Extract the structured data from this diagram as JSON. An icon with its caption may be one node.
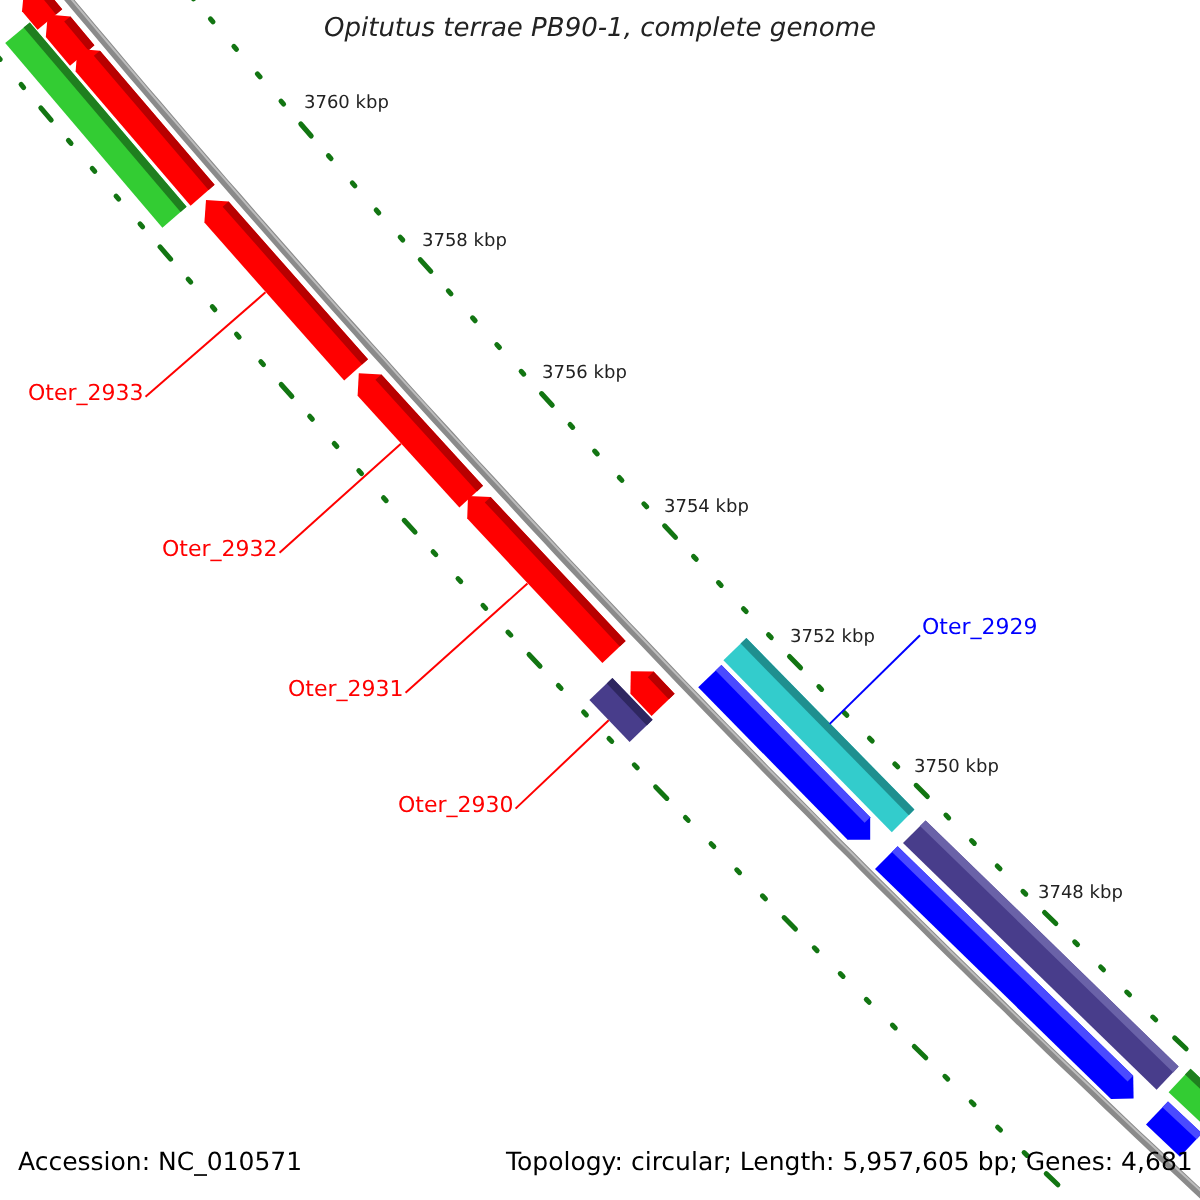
{
  "diagram": {
    "title": "Opitutus terrae PB90-1, complete genome",
    "nodes": [
      {
        "text": [
          "Oter_2933"
        ]
      },
      {
        "text": [
          "Oter_2932"
        ]
      },
      {
        "text": [
          "Oter_2929"
        ]
      },
      {
        "text": [
          "Oter_2931"
        ]
      },
      {
        "text": [
          "Oter_2930"
        ]
      },
      {
        "text": [],
        "shape": "bar"
      },
      {
        "text": [],
        "shape": "bar"
      },
      {
        "text": [],
        "shape": "bar"
      },
      {
        "text": [],
        "shape": "bar"
      },
      {
        "text": [],
        "shape": "bar"
      },
      {
        "text": [],
        "shape": "bar"
      },
      {
        "text": [],
        "shape": "bar"
      },
      {
        "text": [],
        "shape": "bar"
      },
      {
        "text": [],
        "shape": "bar"
      },
      {
        "text": [],
        "shape": "bar"
      },
      {
        "text": [],
        "shape": "bar"
      },
      {
        "text": [],
        "shape": "bar"
      },
      {
        "text": [],
        "shape": "bar"
      },
      {
        "text": [],
        "shape": "bar"
      },
      {
        "text": [],
        "shape": "bar"
      }
    ],
    "edges": [
      {
        "from": 0,
        "to": 9,
        "arrow": "none"
      },
      {
        "from": 1,
        "to": 10,
        "arrow": "none"
      },
      {
        "from": 2,
        "to": 12,
        "arrow": "none",
        "color": "#0000ff"
      },
      {
        "from": 3,
        "to": 11,
        "arrow": "none"
      },
      {
        "from": 4,
        "to": 15,
        "arrow": "none"
      }
    ],
    "labels": [
      "3760 kbp",
      "3758 kbp",
      "3756 kbp",
      "3754 kbp",
      "3752 kbp",
      "3750 kbp",
      "3748 kbp",
      "Accession: NC_010571",
      "Topology: circular; Length: 5,957,605 bp; Genes: 4,681"
    ]
  }
}
